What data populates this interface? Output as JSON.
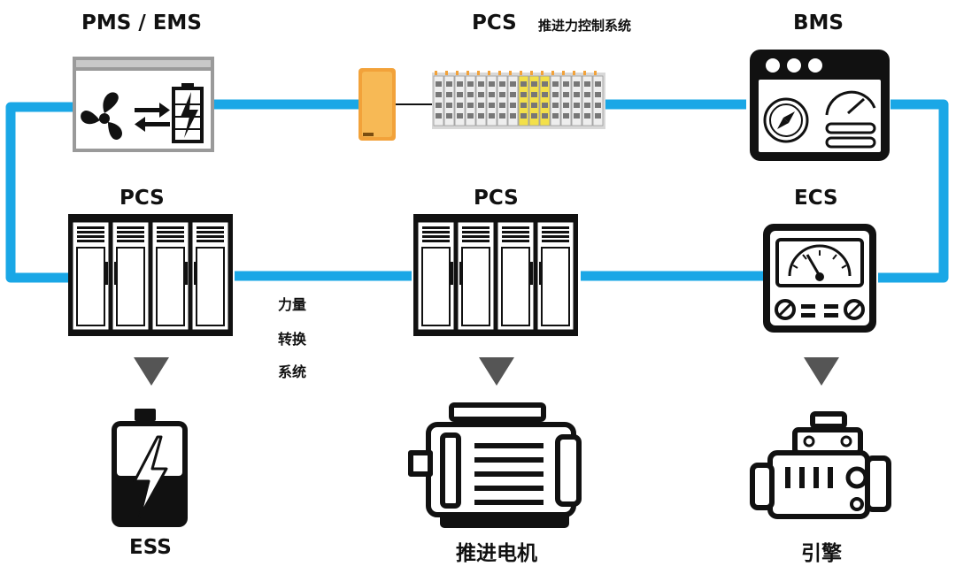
{
  "top": {
    "pms_ems": "PMS / EMS",
    "pcs": "PCS",
    "propulsion_control": "推进力控制系统",
    "bms": "BMS"
  },
  "middle": {
    "pcs_left": "PCS",
    "pcs_center": "PCS",
    "ecs": "ECS",
    "power_conversion_lines": [
      "力量",
      "转换",
      "系统"
    ]
  },
  "bottom": {
    "ess": "ESS",
    "motor": "推进电机",
    "engine": "引擎"
  },
  "colors": {
    "bus_line": "#1aa7e6",
    "icon_dark": "#111111",
    "frame_grey": "#9a9a9a",
    "accent_orange": "#f2a23a",
    "accent_yellow": "#f3e04a",
    "arrow_grey": "#555555"
  }
}
